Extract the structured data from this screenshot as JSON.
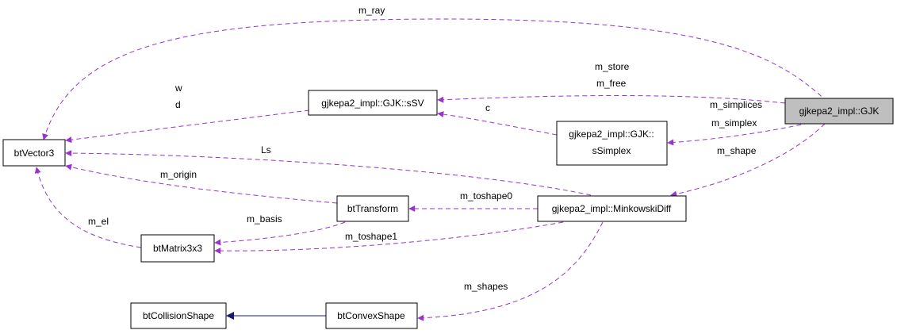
{
  "colors": {
    "usage_edge": "#9a32cd",
    "inheritance_edge": "#191970",
    "highlight_node": "#bfbfbf"
  },
  "nodes": {
    "gjk": "gjkepa2_impl::GJK",
    "ssv": "gjkepa2_impl::GJK::sSV",
    "ssimplex_line1": "gjkepa2_impl::GJK::",
    "ssimplex_line2": "sSimplex",
    "btvector3": "btVector3",
    "bttransform": "btTransform",
    "minkowskidiff": "gjkepa2_impl::MinkowskiDiff",
    "btmatrix3x3": "btMatrix3x3",
    "btcollisionshape": "btCollisionShape",
    "btconvexshape": "btConvexShape"
  },
  "edges": {
    "m_ray": "m_ray",
    "m_store": "m_store",
    "m_free": "m_free",
    "w": "w",
    "d": "d",
    "c": "c",
    "m_simplices": "m_simplices",
    "m_simplex": "m_simplex",
    "ls": "Ls",
    "m_shape": "m_shape",
    "m_origin": "m_origin",
    "m_toshape0": "m_toshape0",
    "m_basis": "m_basis",
    "m_el": "m_el",
    "m_toshape1": "m_toshape1",
    "m_shapes": "m_shapes"
  }
}
